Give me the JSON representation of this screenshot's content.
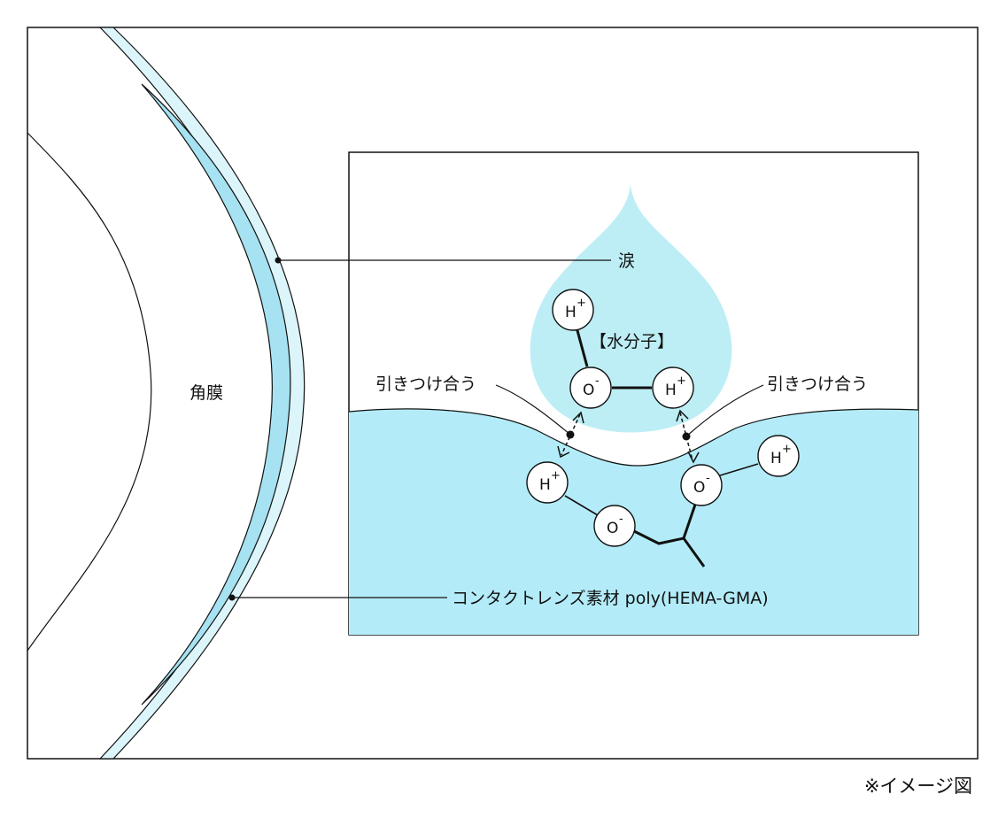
{
  "labels": {
    "cornea": "角膜",
    "tear": "涙",
    "water_molecule": "【水分子】",
    "attract_left": "引きつけ合う",
    "attract_right": "引きつけ合う",
    "lens_material": "コンタクトレンズ素材 poly(HEMA-GMA)",
    "note": "※イメージ図"
  },
  "atoms": {
    "h": "H",
    "o": "O",
    "plus": "+",
    "minus": "-"
  },
  "colors": {
    "tear_fill": "#bdeef5",
    "lens_fill": "#b3ecf8",
    "lens_band": "#a6e2f2",
    "line": "#111111"
  }
}
